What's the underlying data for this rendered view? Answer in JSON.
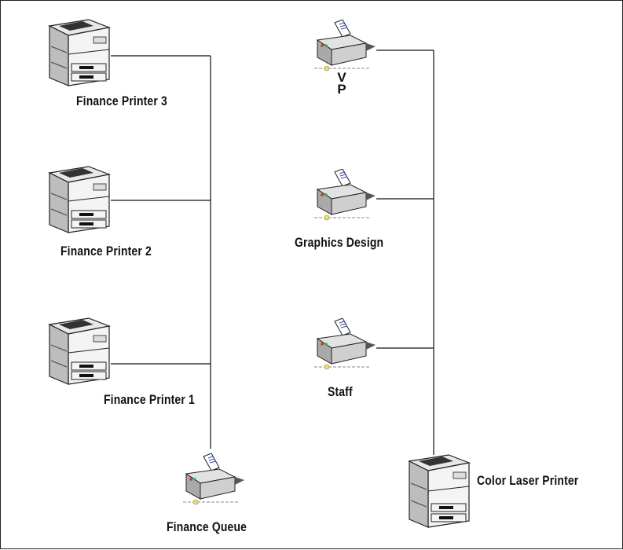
{
  "diagram": {
    "printers": [
      {
        "id": "fp3",
        "label": "Finance Printer 3"
      },
      {
        "id": "fp2",
        "label": "Finance Printer 2"
      },
      {
        "id": "fp1",
        "label": "Finance Printer 1"
      },
      {
        "id": "clp",
        "label": "Color Laser Printer"
      }
    ],
    "queues": [
      {
        "id": "vp",
        "label_line1": "V",
        "label_line2": "P"
      },
      {
        "id": "gd",
        "label": "Graphics Design"
      },
      {
        "id": "staff",
        "label": "Staff"
      },
      {
        "id": "fq",
        "label": "Finance Queue"
      }
    ],
    "connections": [
      {
        "from": "fp3",
        "to": "fq"
      },
      {
        "from": "fp2",
        "to": "fq"
      },
      {
        "from": "fp1",
        "to": "fq"
      },
      {
        "from": "vp",
        "to": "clp"
      },
      {
        "from": "gd",
        "to": "clp"
      },
      {
        "from": "staff",
        "to": "clp"
      }
    ]
  }
}
